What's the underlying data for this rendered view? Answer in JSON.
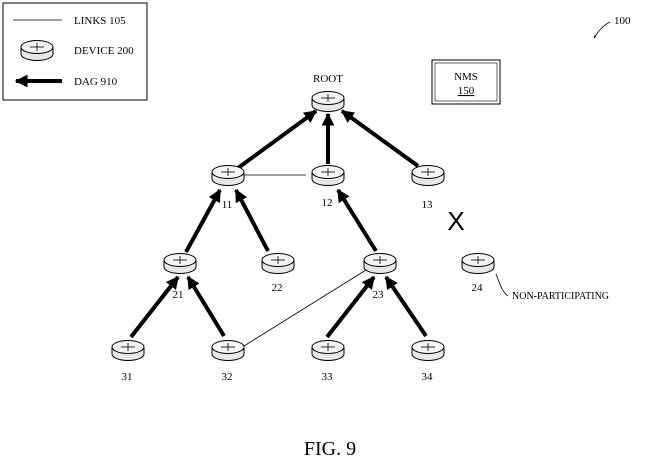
{
  "legend": {
    "links_label": "LINKS 105",
    "device_label": "DEVICE 200",
    "dag_label": "DAG 910"
  },
  "figure_ref": "100",
  "nms": {
    "name": "NMS",
    "number": "150"
  },
  "root_label": "ROOT",
  "nodes": {
    "n11": "11",
    "n12": "12",
    "n13": "13",
    "n21": "21",
    "n22": "22",
    "n23": "23",
    "n24": "24",
    "n31": "31",
    "n32": "32",
    "n33": "33",
    "n34": "34"
  },
  "x_mark": "X",
  "non_participating": "NON-PARTICIPATING",
  "caption": "FIG. 9"
}
